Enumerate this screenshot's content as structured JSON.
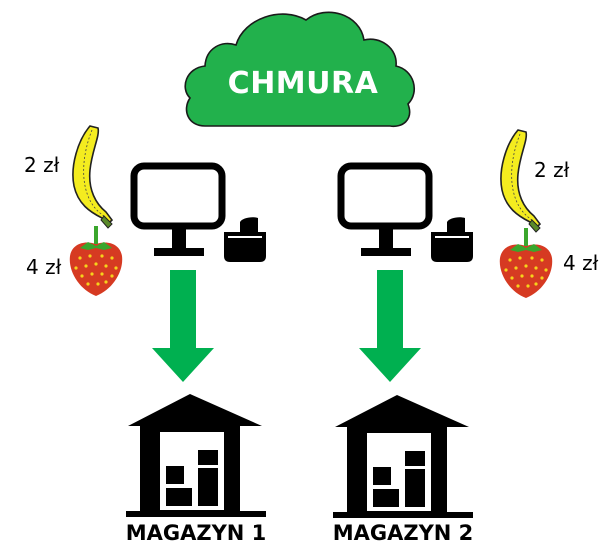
{
  "cloud": {
    "label": "CHMURA",
    "color": "#22b14c"
  },
  "arrow_color": "#00b050",
  "left_pos": {
    "banana_price": "2 zł",
    "strawberry_price": "4 zł"
  },
  "right_pos": {
    "banana_price": "2 zł",
    "strawberry_price": "4 zł"
  },
  "warehouses": [
    {
      "label": "MAGAZYN 1"
    },
    {
      "label": "MAGAZYN 2"
    }
  ]
}
